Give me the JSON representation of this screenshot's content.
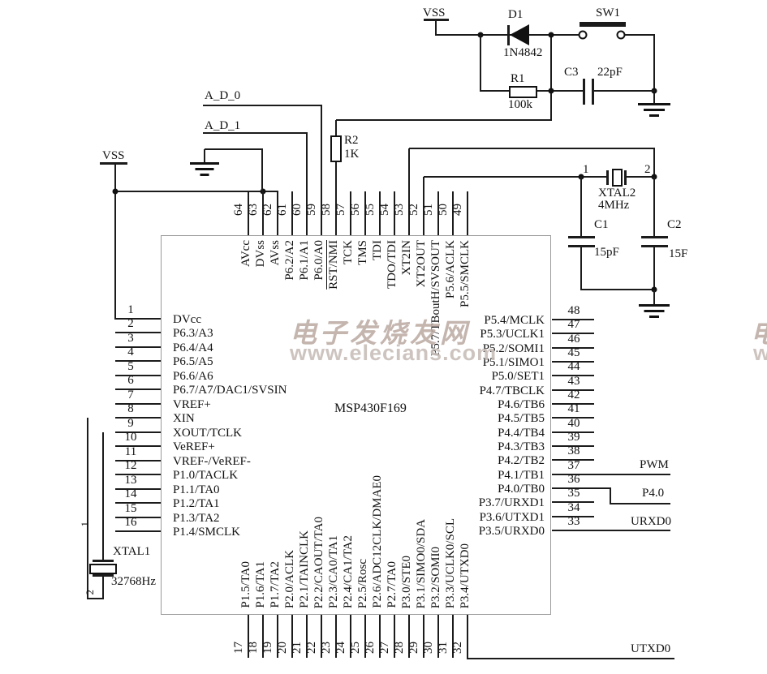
{
  "ic": {
    "part_number": "MSP430F169",
    "left_pins": [
      {
        "num": "1",
        "label": "DVcc"
      },
      {
        "num": "2",
        "label": "P6.3/A3"
      },
      {
        "num": "3",
        "label": "P6.4/A4"
      },
      {
        "num": "4",
        "label": "P6.5/A5"
      },
      {
        "num": "5",
        "label": "P6.6/A6"
      },
      {
        "num": "6",
        "label": "P6.7/A7/DAC1/SVSIN"
      },
      {
        "num": "7",
        "label": "VREF+"
      },
      {
        "num": "8",
        "label": "XIN"
      },
      {
        "num": "9",
        "label": "XOUT/TCLK"
      },
      {
        "num": "10",
        "label": "VeREF+"
      },
      {
        "num": "11",
        "label": "VREF-/VeREF-"
      },
      {
        "num": "12",
        "label": "P1.0/TACLK"
      },
      {
        "num": "13",
        "label": "P1.1/TA0"
      },
      {
        "num": "14",
        "label": "P1.2/TA1"
      },
      {
        "num": "15",
        "label": "P1.3/TA2"
      },
      {
        "num": "16",
        "label": "P1.4/SMCLK"
      }
    ],
    "top_pins": [
      {
        "num": "64",
        "label": "AVcc"
      },
      {
        "num": "63",
        "label": "DVss"
      },
      {
        "num": "62",
        "label": "AVss"
      },
      {
        "num": "61",
        "label": "P6.2/A2"
      },
      {
        "num": "60",
        "label": "P6.1/A1"
      },
      {
        "num": "59",
        "label": "P6.0/A0"
      },
      {
        "num": "58",
        "label": "RST/NMI",
        "overline": true
      },
      {
        "num": "57",
        "label": "TCK"
      },
      {
        "num": "56",
        "label": "TMS"
      },
      {
        "num": "55",
        "label": "TDI"
      },
      {
        "num": "54",
        "label": "TDO/TDI"
      },
      {
        "num": "53",
        "label": "XT2IN"
      },
      {
        "num": "52",
        "label": "XT2OUT"
      },
      {
        "num": "51",
        "label": "P5.7/TBoutH/SVSOUT"
      },
      {
        "num": "50",
        "label": "P5.6/ACLK"
      },
      {
        "num": "49",
        "label": "P5.5/SMCLK"
      }
    ],
    "right_pins": [
      {
        "num": "48",
        "label": "P5.4/MCLK"
      },
      {
        "num": "47",
        "label": "P5.3/UCLK1"
      },
      {
        "num": "46",
        "label": "P5.2/SOMI1"
      },
      {
        "num": "45",
        "label": "P5.1/SIMO1"
      },
      {
        "num": "44",
        "label": "P5.0/SET1"
      },
      {
        "num": "43",
        "label": "P4.7/TBCLK"
      },
      {
        "num": "42",
        "label": "P4.6/TB6"
      },
      {
        "num": "41",
        "label": "P4.5/TB5"
      },
      {
        "num": "40",
        "label": "P4.4/TB4"
      },
      {
        "num": "39",
        "label": "P4.3/TB3"
      },
      {
        "num": "38",
        "label": "P4.2/TB2"
      },
      {
        "num": "37",
        "label": "P4.1/TB1"
      },
      {
        "num": "36",
        "label": "P4.0/TB0"
      },
      {
        "num": "35",
        "label": "P3.7/URXD1"
      },
      {
        "num": "34",
        "label": "P3.6/UTXD1"
      },
      {
        "num": "33",
        "label": "P3.5/URXD0"
      }
    ],
    "bottom_pins": [
      {
        "num": "17",
        "label": "P1.5/TA0"
      },
      {
        "num": "18",
        "label": "P1.6/TA1"
      },
      {
        "num": "19",
        "label": "P1.7/TA2"
      },
      {
        "num": "20",
        "label": "P2.0/ACLK"
      },
      {
        "num": "21",
        "label": "P2.1/TAINCLK"
      },
      {
        "num": "22",
        "label": "P2.2/CAOUT/TA0"
      },
      {
        "num": "23",
        "label": "P2.3/CA0/TA1"
      },
      {
        "num": "24",
        "label": "P2.4/CA1/TA2"
      },
      {
        "num": "25",
        "label": "P2.5/Rosc"
      },
      {
        "num": "26",
        "label": "P2.6/ADC12CLK/DMAE0"
      },
      {
        "num": "27",
        "label": "P2.7/TA0"
      },
      {
        "num": "28",
        "label": "P3.0/STE0"
      },
      {
        "num": "29",
        "label": "P3.1/SIMO0/SDA"
      },
      {
        "num": "30",
        "label": "P3.2/SOMI0"
      },
      {
        "num": "31",
        "label": "P3.3/UCLK0/SCL"
      },
      {
        "num": "32",
        "label": "P3.4/UTXD0"
      }
    ]
  },
  "power": {
    "vss_left": "VSS",
    "vss_top": "VSS"
  },
  "components": {
    "d1": {
      "ref": "D1",
      "value": "1N4842"
    },
    "sw1": {
      "ref": "SW1"
    },
    "r1": {
      "ref": "R1",
      "value": "100k"
    },
    "r2": {
      "ref": "R2",
      "value": "1K"
    },
    "c1": {
      "ref": "C1",
      "value": "15pF"
    },
    "c2": {
      "ref": "C2",
      "value": "15F"
    },
    "c3": {
      "ref": "C3",
      "value": "22pF"
    },
    "xtal1": {
      "ref": "XTAL1",
      "value": "32768Hz",
      "pin1": "1",
      "pin2": "2"
    },
    "xtal2": {
      "ref": "XTAL2",
      "value": "4MHz",
      "pin1": "1",
      "pin2": "2"
    }
  },
  "nets": {
    "ad0": "A_D_0",
    "ad1": "A_D_1",
    "pwm": "PWM",
    "p40": "P4.0",
    "urxd0": "URXD0",
    "utxd0": "UTXD0"
  },
  "watermark": {
    "line1": "电子发烧友网",
    "line2": "www.elecians.com",
    "partial1": "电",
    "partial2": "w"
  }
}
